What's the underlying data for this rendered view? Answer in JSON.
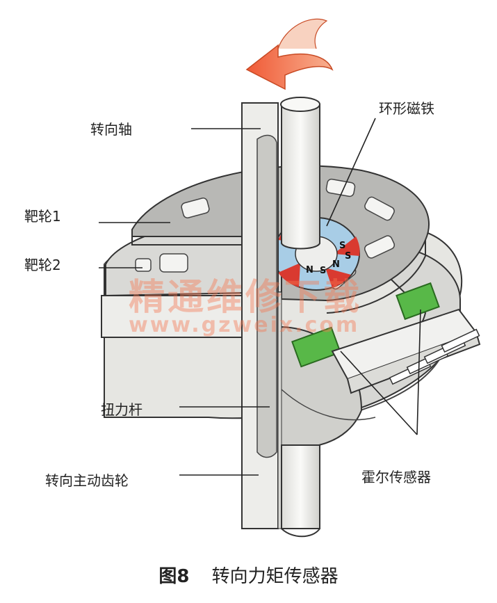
{
  "labels": {
    "steering_shaft": "转向轴",
    "target_wheel_1": "靶轮1",
    "target_wheel_2": "靶轮2",
    "torsion_bar": "扭力杆",
    "drive_pinion": "转向主动齿轮",
    "ring_magnet": "环形磁铁",
    "hall_sensor": "霍尔传感器"
  },
  "magnet_poles": [
    "S",
    "N",
    "S",
    "N",
    "S"
  ],
  "caption": {
    "figure_no": "图8",
    "title": "转向力矩传感器"
  },
  "watermark": {
    "cn": "精通维修下载",
    "url": "www.gzweix.com"
  },
  "colors": {
    "frame": "#e8e8e4",
    "wheel": "#b7b7b5",
    "shaft": "#f2f2f0",
    "magnet_red": "#d93a30",
    "magnet_blue": "#a8cde6",
    "sensor_green": "#58b848",
    "arrow": "#f07a4a"
  }
}
